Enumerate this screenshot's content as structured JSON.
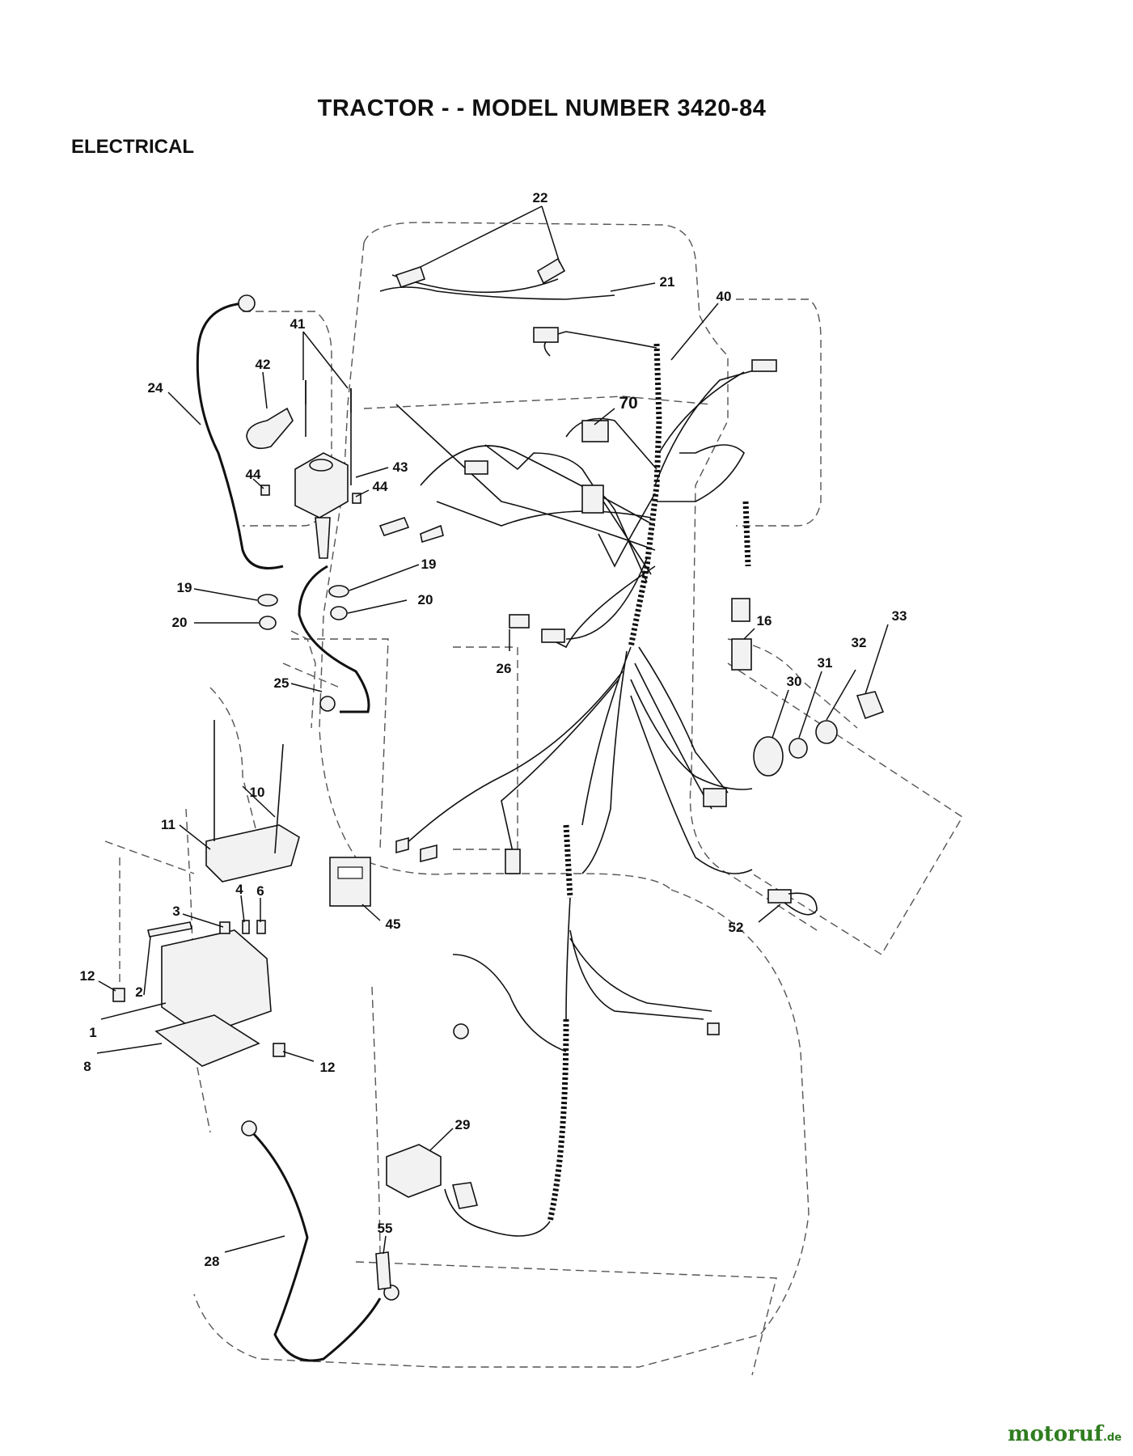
{
  "header": {
    "title": "TRACTOR - - MODEL NUMBER 3420-84",
    "section": "ELECTRICAL"
  },
  "callouts": {
    "c22": "22",
    "c21": "21",
    "c40": "40",
    "c41": "41",
    "c42": "42",
    "c24": "24",
    "c70": "70",
    "c43": "43",
    "c44a": "44",
    "c44b": "44",
    "c19a": "19",
    "c19b": "19",
    "c20a": "20",
    "c20b": "20",
    "c16": "16",
    "c33": "33",
    "c26": "26",
    "c32": "32",
    "c31": "31",
    "c30": "30",
    "c25": "25",
    "c10": "10",
    "c11": "11",
    "c45": "45",
    "c52": "52",
    "c3": "3",
    "c4": "4",
    "c6": "6",
    "c12a": "12",
    "c2": "2",
    "c1": "1",
    "c8": "8",
    "c12b": "12",
    "c29": "29",
    "c55": "55",
    "c28": "28"
  },
  "watermark": {
    "brand": "motoruf",
    "tld": ".de"
  }
}
